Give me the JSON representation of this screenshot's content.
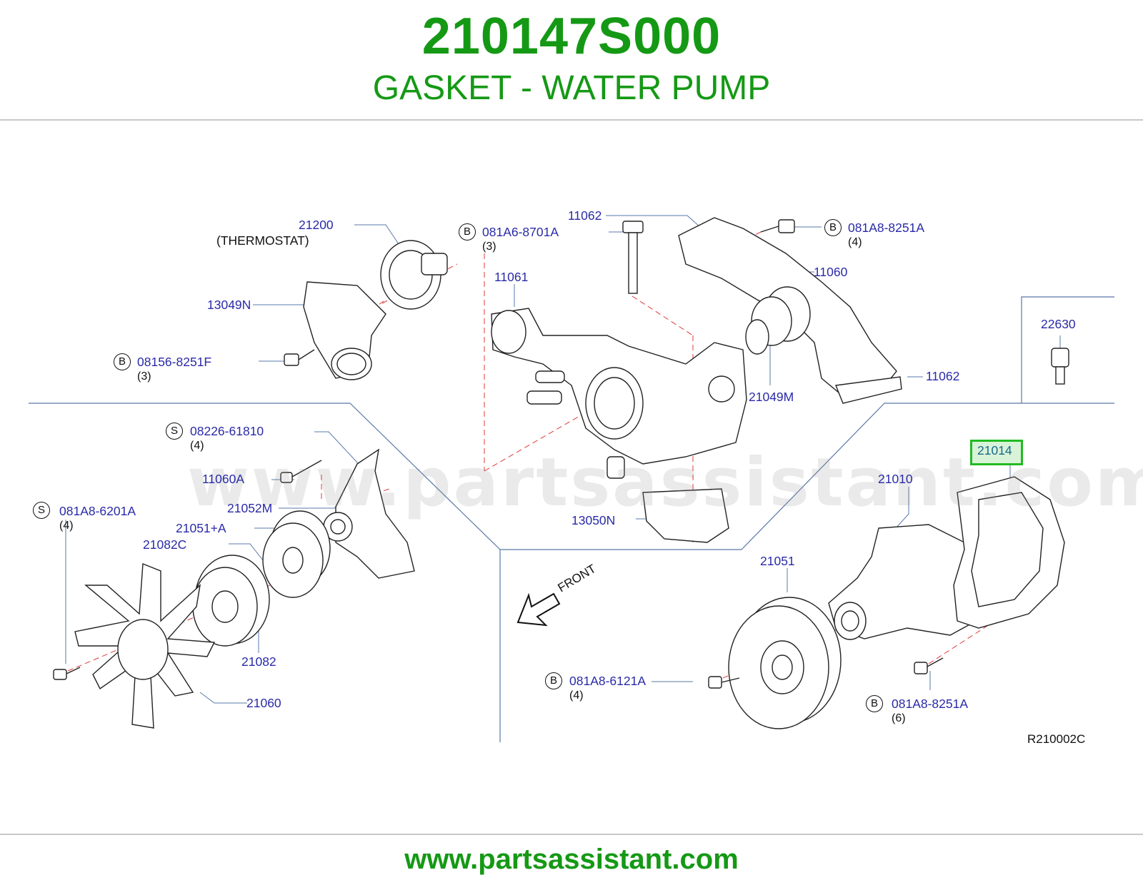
{
  "header": {
    "part_number": "210147S000",
    "part_name": "GASKET - WATER PUMP"
  },
  "diagram": {
    "reference_code": "R210002C",
    "front_label": "FRONT",
    "watermark": "www.partsassistant.com",
    "highlight_color": "#22bb22",
    "callouts": [
      {
        "id": "c-21200",
        "text": "21200"
      },
      {
        "id": "c-thermostat",
        "text": "(THERMOSTAT)"
      },
      {
        "id": "c-081a6-8701a",
        "badge": "B",
        "text": "081A6-8701A",
        "qty": "(3)"
      },
      {
        "id": "c-11062-top",
        "text": "11062"
      },
      {
        "id": "c-081a8-8251a-top",
        "badge": "B",
        "text": "081A8-8251A",
        "qty": "(4)"
      },
      {
        "id": "c-11061",
        "text": "11061"
      },
      {
        "id": "c-11060",
        "text": "11060"
      },
      {
        "id": "c-13049n",
        "text": "13049N"
      },
      {
        "id": "c-22630",
        "text": "22630"
      },
      {
        "id": "c-08156-8251f",
        "badge": "B",
        "text": "08156-8251F",
        "qty": "(3)"
      },
      {
        "id": "c-11062-bottom",
        "text": "11062"
      },
      {
        "id": "c-21049m",
        "text": "21049M"
      },
      {
        "id": "c-08226-61810",
        "badge": "S",
        "text": "08226-61810",
        "qty": "(4)"
      },
      {
        "id": "c-21014",
        "text": "21014",
        "highlighted": true
      },
      {
        "id": "c-11060a",
        "text": "11060A"
      },
      {
        "id": "c-21010",
        "text": "21010"
      },
      {
        "id": "c-21052m",
        "text": "21052M"
      },
      {
        "id": "c-081a8-6201a",
        "badge": "S",
        "text": "081A8-6201A",
        "qty": "(4)"
      },
      {
        "id": "c-13050n",
        "text": "13050N"
      },
      {
        "id": "c-21051a",
        "text": "21051+A"
      },
      {
        "id": "c-21082c",
        "text": "21082C"
      },
      {
        "id": "c-21051",
        "text": "21051"
      },
      {
        "id": "c-21082",
        "text": "21082"
      },
      {
        "id": "c-081a8-6121a",
        "badge": "B",
        "text": "081A8-6121A",
        "qty": "(4)"
      },
      {
        "id": "c-21060",
        "text": "21060"
      },
      {
        "id": "c-081a8-8251a-bottom",
        "badge": "B",
        "text": "081A8-8251A",
        "qty": "(6)"
      }
    ]
  },
  "footer": {
    "url": "www.partsassistant.com"
  }
}
